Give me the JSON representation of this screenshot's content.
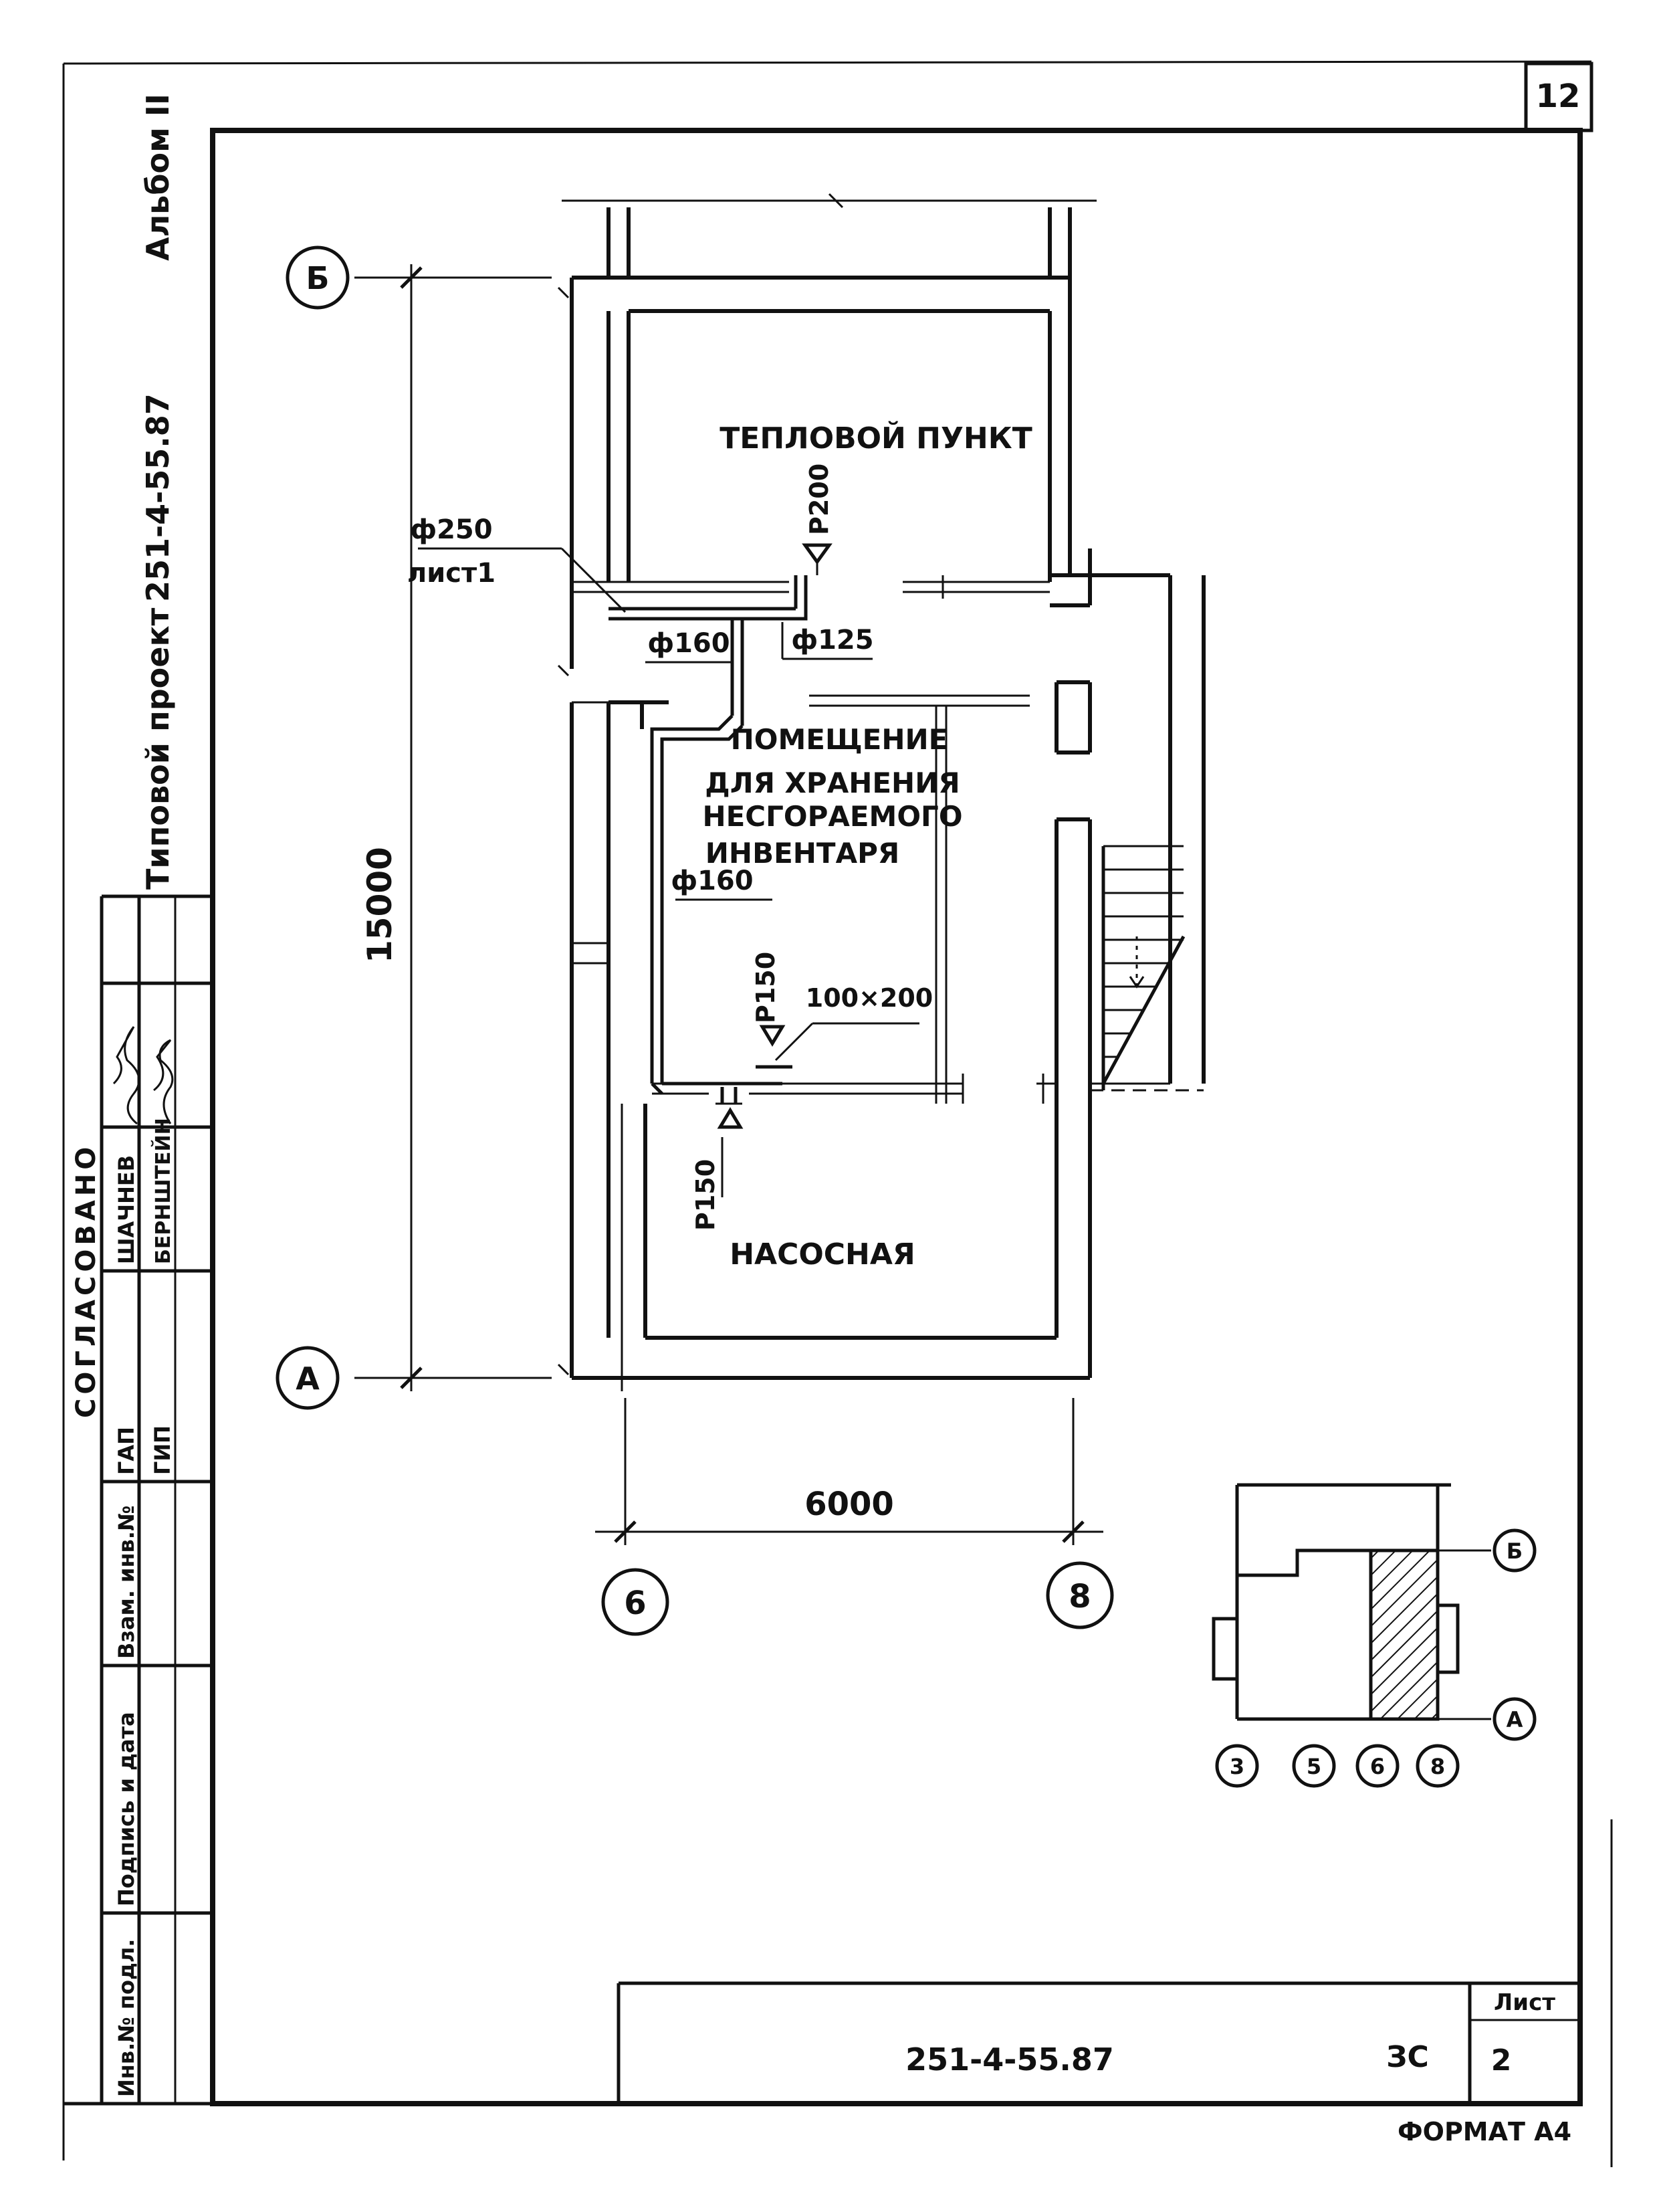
{
  "sheet": {
    "page_number": "12",
    "format": "ФОРМАТ А4"
  },
  "title_block": {
    "album": "Альбом II",
    "project_code": "251-4-55.87",
    "project_type": "Типовой проект",
    "code": "251-4-55.87",
    "section": "ЗС",
    "sheet_label": "Лист",
    "sheet_number": "2"
  },
  "side_stamp": {
    "agreed": "СОГЛАСОВАНО",
    "role_1": "ГАП",
    "name_1": "ШАЧНЕВ",
    "role_2": "ГИП",
    "name_2": "БЕРНШТЕЙН",
    "inv_orig": "Инв.№ подл.",
    "signature_date": "Подпись и дата",
    "inv_replace": "Взам. инв.№"
  },
  "plan": {
    "axis_B": "Б",
    "axis_A": "А",
    "axis_6": "6",
    "axis_8": "8",
    "dim_vertical": "15000",
    "dim_horizontal": "6000",
    "room_heat": "ТЕПЛОВОЙ ПУНКТ",
    "room_storage_1": "ПОМЕЩЕНИЕ",
    "room_storage_2": "ДЛЯ ХРАНЕНИЯ",
    "room_storage_3": "НЕСГОРАЕМОГО",
    "room_storage_4": "ИНВЕНТАРЯ",
    "room_pump": "НАСОСНАЯ",
    "pipe_d250": "ф250",
    "pipe_ref": "лист1",
    "pipe_d160_top": "ф160",
    "pipe_d125": "ф125",
    "pipe_d160_mid": "ф160",
    "grille_p200": "Р200",
    "grille_p150_a": "Р150",
    "grille_p150_b": "Р150",
    "duct_size": "100×200"
  },
  "key_plan": {
    "axis_B": "Б",
    "axis_A": "А",
    "axis_3": "3",
    "axis_5": "5",
    "axis_6": "6",
    "axis_8": "8"
  }
}
